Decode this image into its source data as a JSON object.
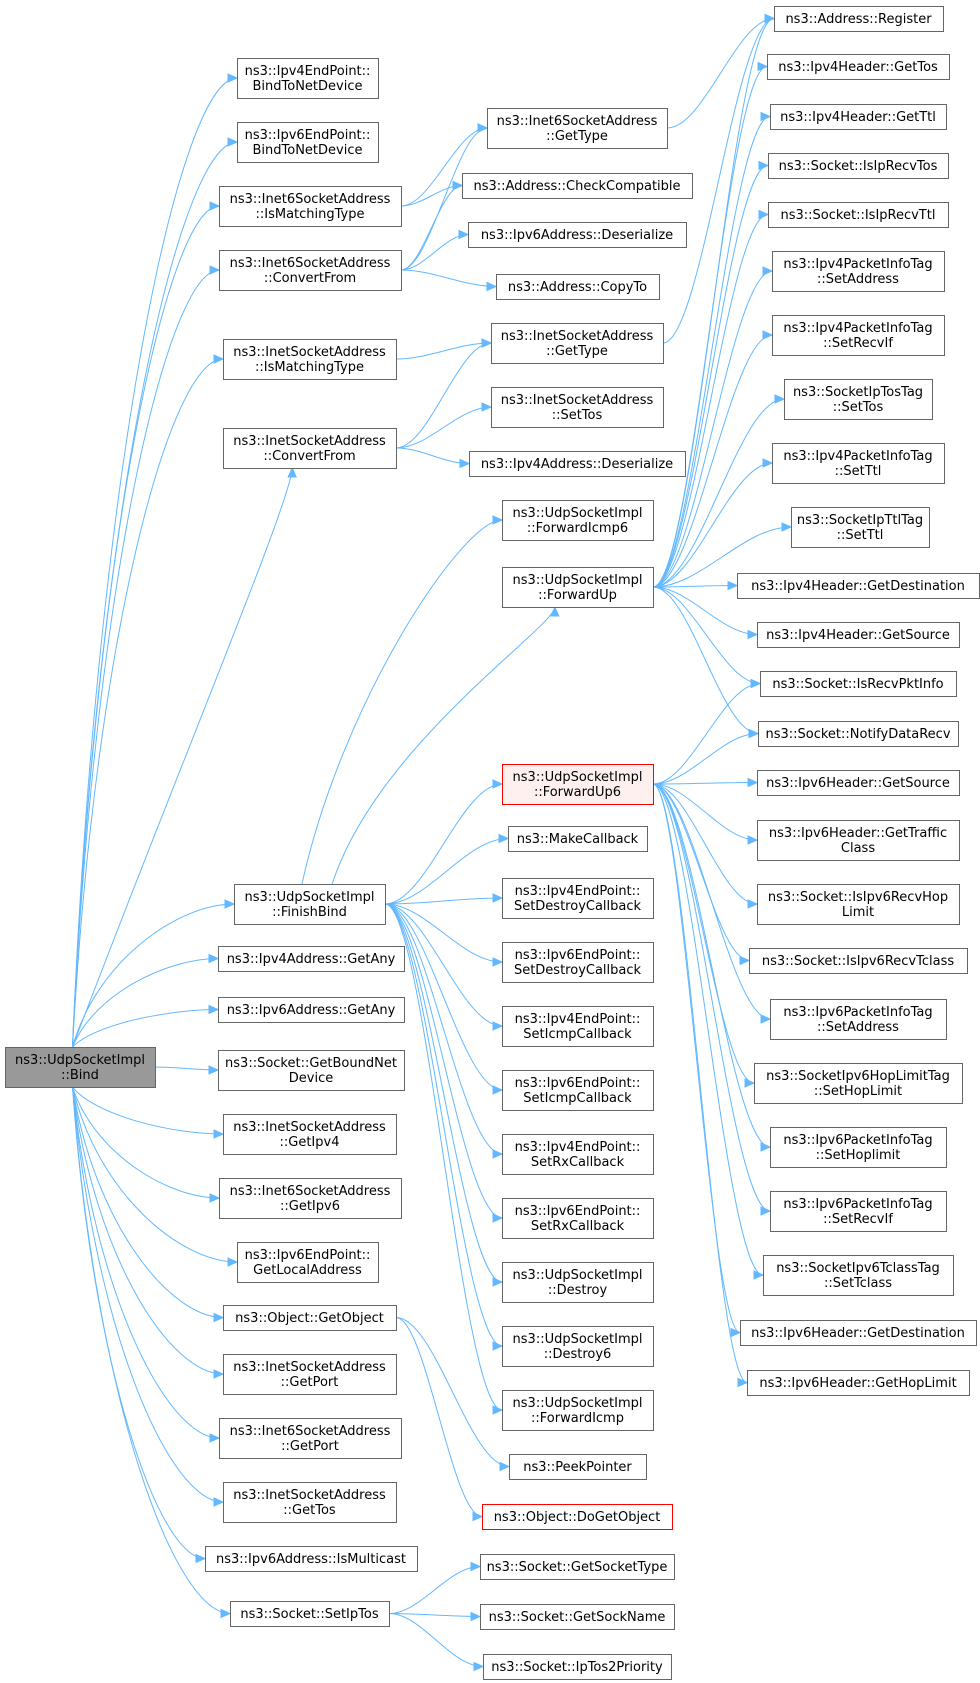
{
  "colors": {
    "edge": "#63b8ff",
    "border": "#666666",
    "root_fill": "#999999",
    "highlight_border": "#ff0000",
    "highlight_fill": "#fff0f0"
  },
  "nodes": {
    "bind": [
      "ns3::UdpSocketImpl",
      "::Bind"
    ],
    "ipv4ep_bindnd": [
      "ns3::Ipv4EndPoint::",
      "BindToNetDevice"
    ],
    "ipv6ep_bindnd": [
      "ns3::Ipv6EndPoint::",
      "BindToNetDevice"
    ],
    "i6sa_ismatch": [
      "ns3::Inet6SocketAddress",
      "::IsMatchingType"
    ],
    "i6sa_convert": [
      "ns3::Inet6SocketAddress",
      "::ConvertFrom"
    ],
    "isa_ismatch": [
      "ns3::InetSocketAddress",
      "::IsMatchingType"
    ],
    "isa_convert": [
      "ns3::InetSocketAddress",
      "::ConvertFrom"
    ],
    "finishbind": [
      "ns3::UdpSocketImpl",
      "::FinishBind"
    ],
    "v4any": [
      "ns3::Ipv4Address::GetAny"
    ],
    "v6any": [
      "ns3::Ipv6Address::GetAny"
    ],
    "getboundnet": [
      "ns3::Socket::GetBoundNet",
      "Device"
    ],
    "isa_getipv4": [
      "ns3::InetSocketAddress",
      "::GetIpv4"
    ],
    "i6sa_getipv6": [
      "ns3::Inet6SocketAddress",
      "::GetIpv6"
    ],
    "ipv6ep_getlocal": [
      "ns3::Ipv6EndPoint::",
      "GetLocalAddress"
    ],
    "getobject": [
      "ns3::Object::GetObject"
    ],
    "isa_getport": [
      "ns3::InetSocketAddress",
      "::GetPort"
    ],
    "i6sa_getport": [
      "ns3::Inet6SocketAddress",
      "::GetPort"
    ],
    "isa_gettos": [
      "ns3::InetSocketAddress",
      "::GetTos"
    ],
    "v6ismulticast": [
      "ns3::Ipv6Address::IsMulticast"
    ],
    "setiptos": [
      "ns3::Socket::SetIpTos"
    ],
    "i6sa_gettype": [
      "ns3::Inet6SocketAddress",
      "::GetType"
    ],
    "addr_checkcompat": [
      "ns3::Address::CheckCompatible"
    ],
    "v6deser": [
      "ns3::Ipv6Address::Deserialize"
    ],
    "addr_copyto": [
      "ns3::Address::CopyTo"
    ],
    "isa_gettype": [
      "ns3::InetSocketAddress",
      "::GetType"
    ],
    "isa_settos": [
      "ns3::InetSocketAddress",
      "::SetTos"
    ],
    "v4deser": [
      "ns3::Ipv4Address::Deserialize"
    ],
    "fwdicmp6": [
      "ns3::UdpSocketImpl",
      "::ForwardIcmp6"
    ],
    "fwdup": [
      "ns3::UdpSocketImpl",
      "::ForwardUp"
    ],
    "fwdup6": [
      "ns3::UdpSocketImpl",
      "::ForwardUp6"
    ],
    "makecb": [
      "ns3::MakeCallback"
    ],
    "v4ep_setdestroy": [
      "ns3::Ipv4EndPoint::",
      "SetDestroyCallback"
    ],
    "v6ep_setdestroy": [
      "ns3::Ipv6EndPoint::",
      "SetDestroyCallback"
    ],
    "v4ep_seticmp": [
      "ns3::Ipv4EndPoint::",
      "SetIcmpCallback"
    ],
    "v6ep_seticmp": [
      "ns3::Ipv6EndPoint::",
      "SetIcmpCallback"
    ],
    "v4ep_setrx": [
      "ns3::Ipv4EndPoint::",
      "SetRxCallback"
    ],
    "v6ep_setrx": [
      "ns3::Ipv6EndPoint::",
      "SetRxCallback"
    ],
    "destroy": [
      "ns3::UdpSocketImpl",
      "::Destroy"
    ],
    "destroy6": [
      "ns3::UdpSocketImpl",
      "::Destroy6"
    ],
    "fwdicmp": [
      "ns3::UdpSocketImpl",
      "::ForwardIcmp"
    ],
    "peekptr": [
      "ns3::PeekPointer"
    ],
    "dogetobject": [
      "ns3::Object::DoGetObject"
    ],
    "getsockettype": [
      "ns3::Socket::GetSocketType"
    ],
    "getsockname": [
      "ns3::Socket::GetSockName"
    ],
    "iptos2prio": [
      "ns3::Socket::IpTos2Priority"
    ],
    "addr_register": [
      "ns3::Address::Register"
    ],
    "v4h_gettos": [
      "ns3::Ipv4Header::GetTos"
    ],
    "v4h_getttl": [
      "ns3::Ipv4Header::GetTtl"
    ],
    "isiprecvtos": [
      "ns3::Socket::IsIpRecvTos"
    ],
    "isiprecvttl": [
      "ns3::Socket::IsIpRecvTtl"
    ],
    "v4pit_setaddr": [
      "ns3::Ipv4PacketInfoTag",
      "::SetAddress"
    ],
    "v4pit_setrecvif": [
      "ns3::Ipv4PacketInfoTag",
      "::SetRecvIf"
    ],
    "iptostag_settos": [
      "ns3::SocketIpTosTag",
      "::SetTos"
    ],
    "v4pit_setttl": [
      "ns3::Ipv4PacketInfoTag",
      "::SetTtl"
    ],
    "ipttltag_setttl": [
      "ns3::SocketIpTtlTag",
      "::SetTtl"
    ],
    "v4h_getdest": [
      "ns3::Ipv4Header::GetDestination"
    ],
    "v4h_getsrc": [
      "ns3::Ipv4Header::GetSource"
    ],
    "isrecvpktinfo": [
      "ns3::Socket::IsRecvPktInfo"
    ],
    "notifydatarecv": [
      "ns3::Socket::NotifyDataRecv"
    ],
    "v6h_getsrc": [
      "ns3::Ipv6Header::GetSource"
    ],
    "v6h_gettraffic": [
      "ns3::Ipv6Header::GetTraffic",
      "Class"
    ],
    "isipv6recvhop": [
      "ns3::Socket::IsIpv6RecvHop",
      "Limit"
    ],
    "isipv6recvtclass": [
      "ns3::Socket::IsIpv6RecvTclass"
    ],
    "v6pit_setaddr": [
      "ns3::Ipv6PacketInfoTag",
      "::SetAddress"
    ],
    "hoptag_sethop": [
      "ns3::SocketIpv6HopLimitTag",
      "::SetHopLimit"
    ],
    "v6pit_sethop": [
      "ns3::Ipv6PacketInfoTag",
      "::SetHoplimit"
    ],
    "v6pit_setrecvif": [
      "ns3::Ipv6PacketInfoTag",
      "::SetRecvIf"
    ],
    "tclasstag_set": [
      "ns3::SocketIpv6TclassTag",
      "::SetTclass"
    ],
    "v6h_getdest": [
      "ns3::Ipv6Header::GetDestination"
    ],
    "v6h_gethop": [
      "ns3::Ipv6Header::GetHopLimit"
    ]
  }
}
